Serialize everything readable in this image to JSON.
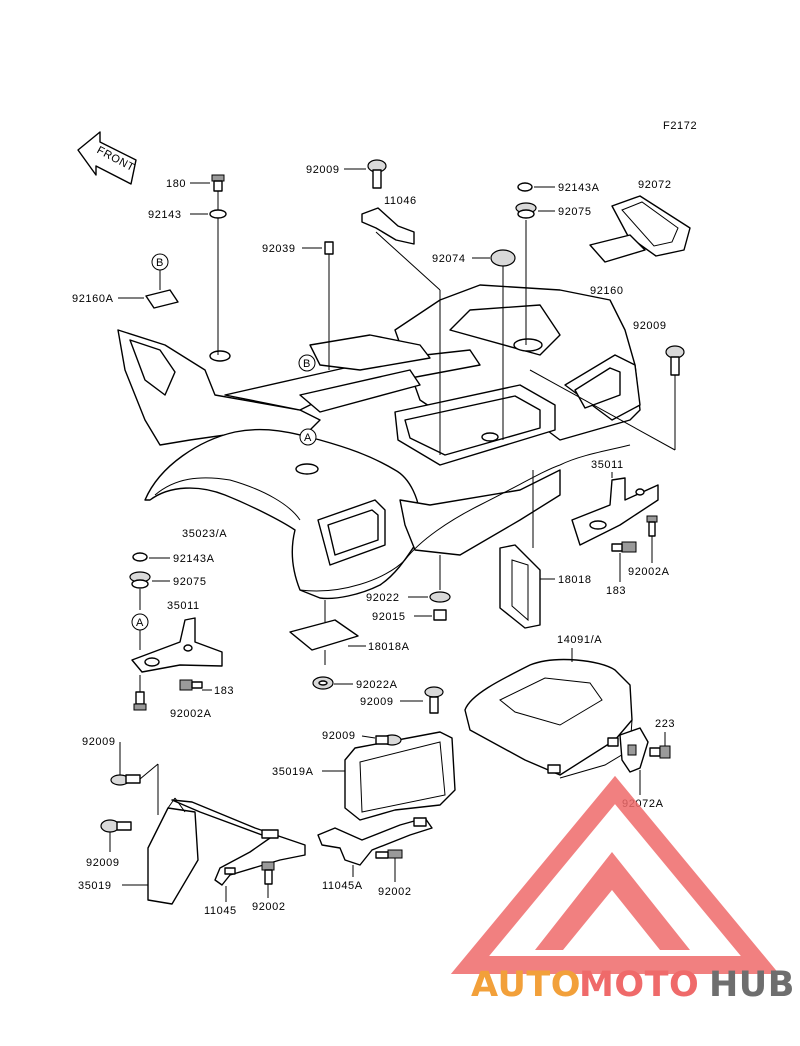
{
  "diagram": {
    "ref_code": "F2172",
    "front_label": "FRONT",
    "callouts": {
      "a": "A",
      "b": "B"
    },
    "parts": {
      "p180": "180",
      "p92143": "92143",
      "p92009_top": "92009",
      "p11046": "11046",
      "p92039": "92039",
      "p92143A_top": "92143A",
      "p92075_top": "92075",
      "p92072": "92072",
      "p92074": "92074",
      "p92160": "92160",
      "p92160A": "92160A",
      "p92009_right": "92009",
      "p35011_right": "35011",
      "p92002A_right": "92002A",
      "p183_right": "183",
      "p18018": "18018",
      "p35023A": "35023/A",
      "p92143A_left": "92143A",
      "p92075_left": "92075",
      "p35011_left": "35011",
      "p183_left": "183",
      "p92002A_left": "92002A",
      "p92022": "92022",
      "p92015": "92015",
      "p18018A": "18018A",
      "p92022A": "92022A",
      "p92009_mid": "92009",
      "p14091A": "14091/A",
      "p223": "223",
      "p92072A": "92072A",
      "p92009_lower": "92009",
      "p35019A": "35019A",
      "p92009_ll1": "92009",
      "p92009_ll2": "92009",
      "p35019": "35019",
      "p11045": "11045",
      "p92002_a": "92002",
      "p11045A": "11045A",
      "p92002_b": "92002"
    }
  },
  "watermark": {
    "part1": "AUTO",
    "part2": "MOTO",
    "part3": "HUB",
    "color1": "#f2a03a",
    "color2": "#ef6a6a",
    "color3": "#6e6e6e",
    "logo_color": "#ef6a6a"
  }
}
